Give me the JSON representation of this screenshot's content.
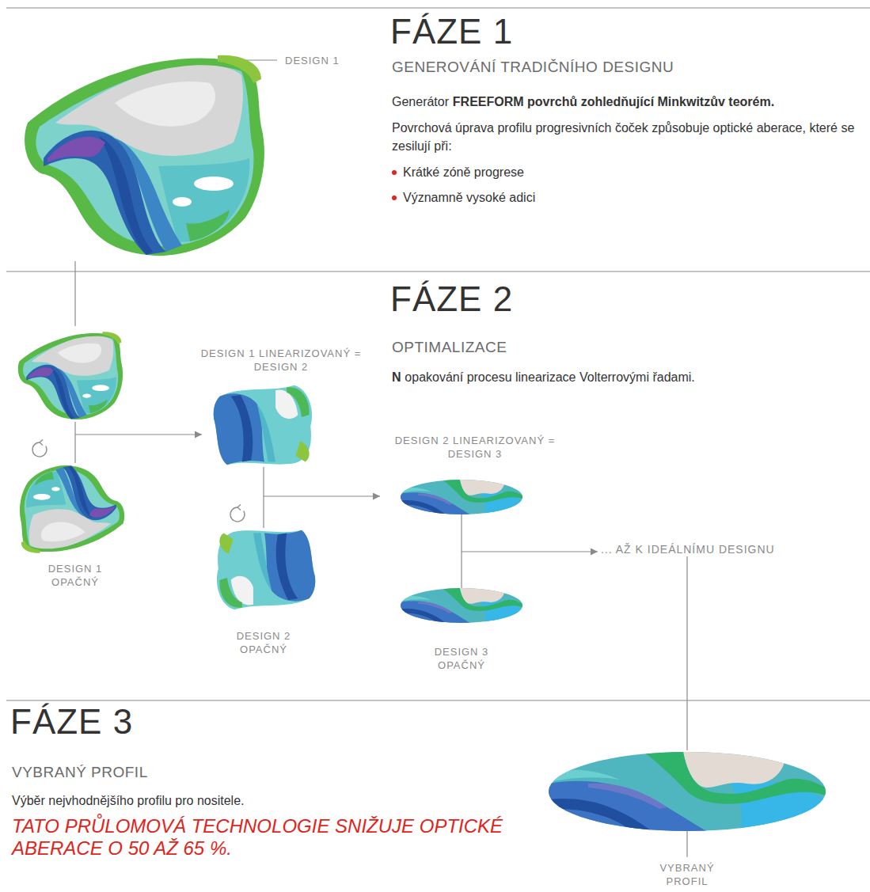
{
  "diagram": {
    "nodes": [
      {
        "text": [
          "DESIGN 1"
        ]
      },
      {
        "text": [
          "DESIGN 1 OPAČNÝ"
        ]
      },
      {
        "text": [
          "DESIGN 1 LINEARIZOVANÝ = DESIGN 2",
          "DESIGN 2 OPAČNÝ"
        ]
      },
      {
        "text": [
          "DESIGN 2 LINEARIZOVANÝ = DESIGN 3",
          "DESIGN 3 OPAČNÝ"
        ]
      },
      {
        "text": [
          "... AŽ K IDEÁLNÍMU DESIGNU"
        ]
      },
      {
        "text": [
          "VYBRANÝ PROFIL"
        ]
      }
    ],
    "edges": [
      {
        "from": 0,
        "to": 1,
        "arrow": "none"
      },
      {
        "from": 1,
        "to": 2,
        "arrow": "to"
      },
      {
        "from": 2,
        "to": 3,
        "arrow": "to"
      },
      {
        "from": 3,
        "to": 4,
        "arrow": "to"
      },
      {
        "from": 4,
        "to": 5,
        "arrow": "none"
      }
    ],
    "labels": [
      "FÁZE 1",
      "GENEROVÁNÍ TRADIČNÍHO DESIGNU",
      "Generátor",
      "FREEFORM povrchů zohledňující Minkwitzův teorém.",
      "Povrchová úprava profilu progresivních čoček způsobuje optické aberace, které se zesilují při:",
      "Krátké zóně progrese",
      "Významně vysoké adici",
      "FÁZE 2",
      "OPTIMALIZACE",
      "N",
      "opakování procesu linearizace Volterrovými řadami.",
      "FÁZE 3",
      "VYBRANÝ PROFIL",
      "Výběr nejvhodnějšího profilu pro nositele.",
      "TATO PRŮLOMOVÁ TECHNOLOGIE SNIŽUJE OPTICKÉ ABERACE O 50 AŽ 65 %."
    ]
  }
}
